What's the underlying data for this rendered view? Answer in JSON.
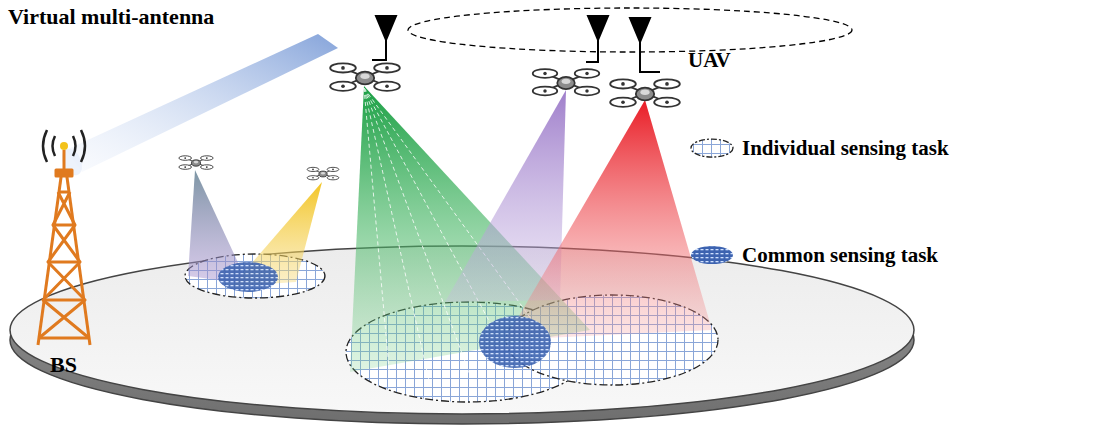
{
  "diagram": {
    "labels": [
      "Virtual multi-antenna",
      "UAV",
      "BS"
    ],
    "legend": [
      {
        "text": "Individual sensing task"
      },
      {
        "text": "Common sensing task"
      }
    ]
  }
}
